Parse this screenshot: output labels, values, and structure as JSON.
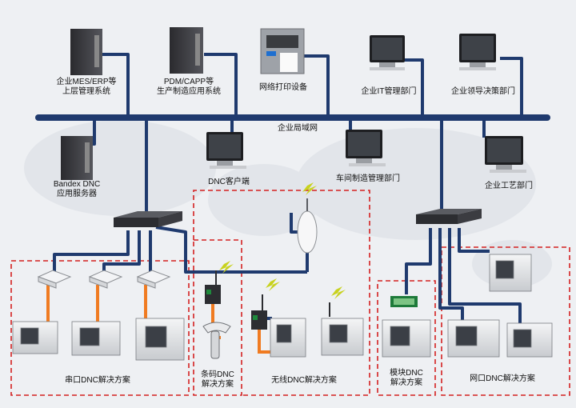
{
  "colors": {
    "cable": "#1f3a6e",
    "serial_cable": "#f07b21",
    "dash_box": "#d42020",
    "background": "#eef0f3"
  },
  "top_nodes": [
    {
      "name": "erp-server",
      "icon": "server-tower-icon",
      "lines": [
        "企业MES/ERP等",
        "上层管理系统"
      ]
    },
    {
      "name": "pdm-server",
      "icon": "server-tower-icon",
      "lines": [
        "PDM/CAPP等",
        "生产制造应用系统"
      ]
    },
    {
      "name": "network-printer",
      "icon": "printer-icon",
      "lines": [
        "网络打印设备"
      ]
    },
    {
      "name": "it-dept",
      "icon": "desktop-pc-icon",
      "lines": [
        "企业IT管理部门"
      ]
    },
    {
      "name": "leadership-dept",
      "icon": "desktop-pc-icon",
      "lines": [
        "企业领导决策部门"
      ]
    }
  ],
  "backbone_label": "企业局域网",
  "middle_nodes": [
    {
      "name": "dnc-server",
      "icon": "server-tower-icon",
      "lines": [
        "Bandex DNC",
        "应用服务器"
      ]
    },
    {
      "name": "dnc-client",
      "icon": "desktop-pc-icon",
      "lines": [
        "DNC客户端"
      ]
    },
    {
      "name": "workshop-dept",
      "icon": "desktop-pc-icon",
      "lines": [
        "车间制造管理部门"
      ]
    },
    {
      "name": "process-dept",
      "icon": "desktop-pc-icon",
      "lines": [
        "企业工艺部门"
      ]
    }
  ],
  "solutions": [
    {
      "name": "serial",
      "lines": [
        "串口DNC解决方案"
      ]
    },
    {
      "name": "barcode",
      "lines": [
        "条码DNC",
        "解决方案"
      ]
    },
    {
      "name": "wireless",
      "lines": [
        "无线DNC解决方案"
      ]
    },
    {
      "name": "module",
      "lines": [
        "模块DNC",
        "解决方案"
      ]
    },
    {
      "name": "ethernet",
      "lines": [
        "网口DNC解决方案"
      ]
    }
  ]
}
